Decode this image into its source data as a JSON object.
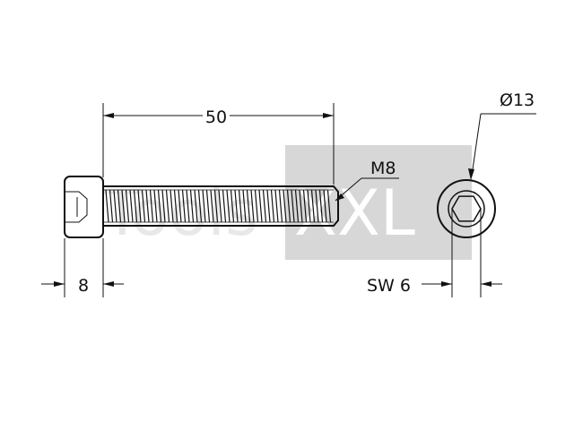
{
  "title": "",
  "watermark": {
    "left_text": "Tools",
    "right_text": "XXL",
    "left_color": "#e8e8e8",
    "right_band_color": "#d7d7d7",
    "right_text_color": "#ffffff"
  },
  "dimensions": {
    "length": "50",
    "thread": "M8",
    "head_height": "8",
    "head_diameter": "Ø13",
    "socket_size": "SW 6"
  },
  "colors": {
    "line": "#111111",
    "background": "#ffffff"
  }
}
